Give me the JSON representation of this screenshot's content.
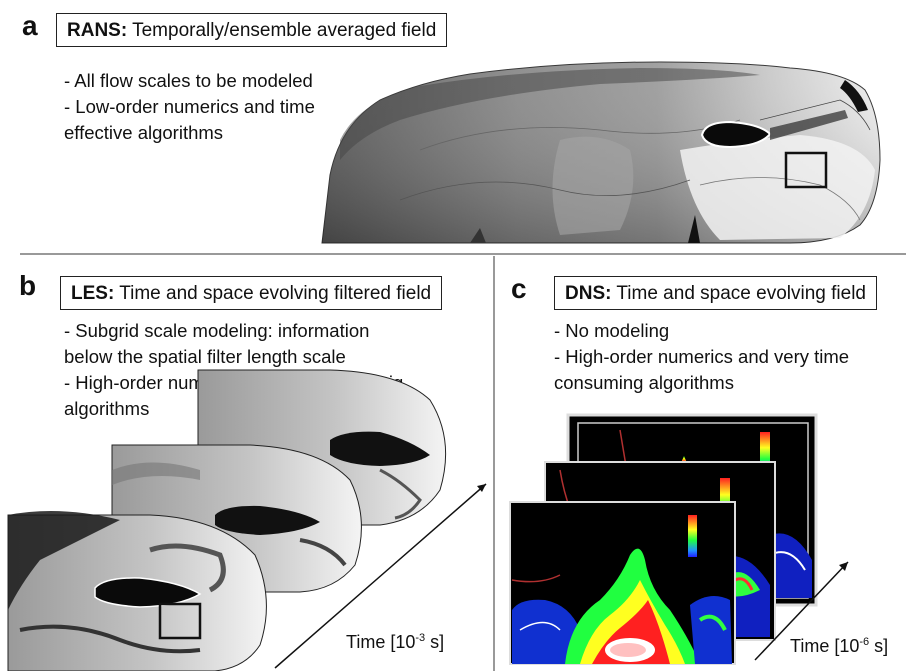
{
  "panel_a": {
    "letter": "a",
    "title_bold": "RANS:",
    "title_rest": " Temporally/ensemble averaged field",
    "bullets": [
      "- All flow scales to be modeled",
      "- Low-order numerics and time",
      "effective algorithms"
    ]
  },
  "panel_b": {
    "letter": "b",
    "title_bold": "LES:",
    "title_rest": " Time and space evolving filtered field",
    "bullets": [
      "- Subgrid scale modeling: information",
      "below the spatial filter length scale",
      "- High-order numerics and time consumig",
      "algorithms"
    ],
    "time_base": "Time [10",
    "time_exp": "-3",
    "time_unit": " s]"
  },
  "panel_c": {
    "letter": "c",
    "title_bold": "DNS:",
    "title_rest": " Time and space evolving field",
    "bullets": [
      "- No modeling",
      "- High-order numerics and very time",
      "consuming algorithms"
    ],
    "time_base": "Time [10",
    "time_exp": "-6",
    "time_unit": " s]"
  },
  "colors": {
    "divider": "#999999",
    "dns_background": "#000000",
    "les_gray": "#d8d8d8"
  }
}
